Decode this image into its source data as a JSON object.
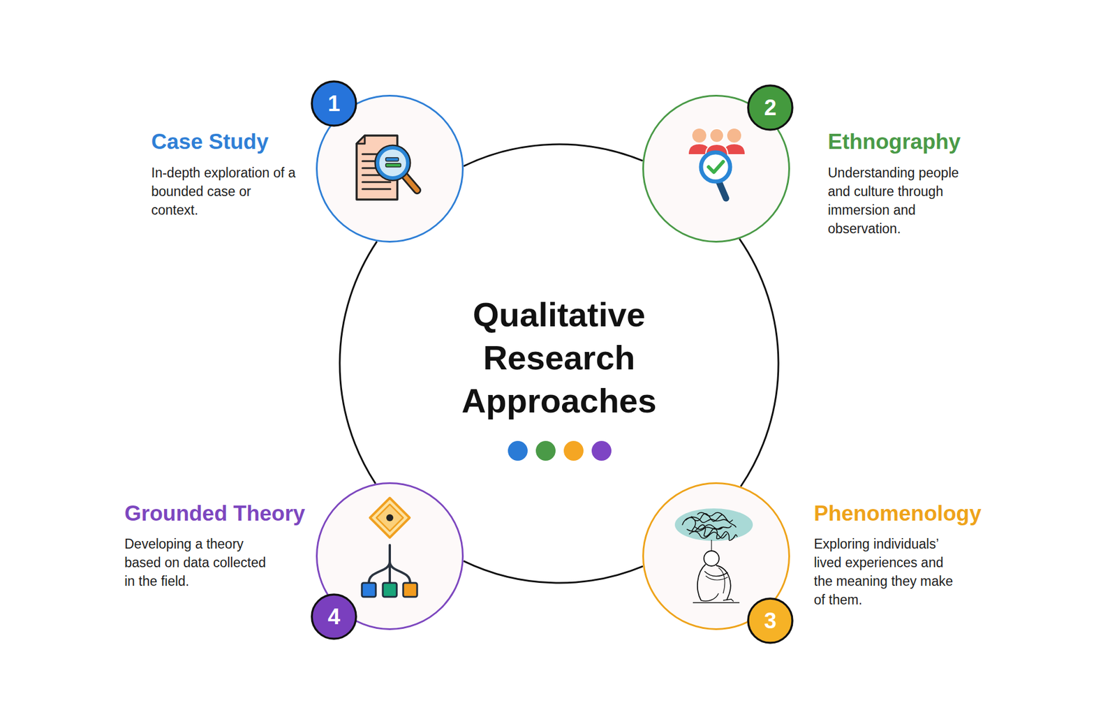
{
  "diagram": {
    "title": "Qualitative Research Approaches",
    "nodes": [
      {
        "text": [
          "Case Study",
          "In-depth exploration of a bounded case or context."
        ]
      },
      {
        "text": [
          "Ethnography",
          "Understanding people and culture through immersion and observation."
        ]
      },
      {
        "text": [
          "Phenomenology",
          "Exploring individuals’ lived experiences and the meaning they make of them."
        ]
      },
      {
        "text": [
          "Grounded Theory",
          "Developing a theory based on data collected in the field."
        ]
      }
    ],
    "edges": [
      {
        "from": 0,
        "to": 1,
        "arrow": "none"
      },
      {
        "from": 1,
        "to": 2,
        "arrow": "none"
      },
      {
        "from": 2,
        "to": 3,
        "arrow": "none"
      },
      {
        "from": 3,
        "to": 0,
        "arrow": "none"
      }
    ],
    "labels": [
      "1",
      "2",
      "3",
      "4"
    ]
  }
}
